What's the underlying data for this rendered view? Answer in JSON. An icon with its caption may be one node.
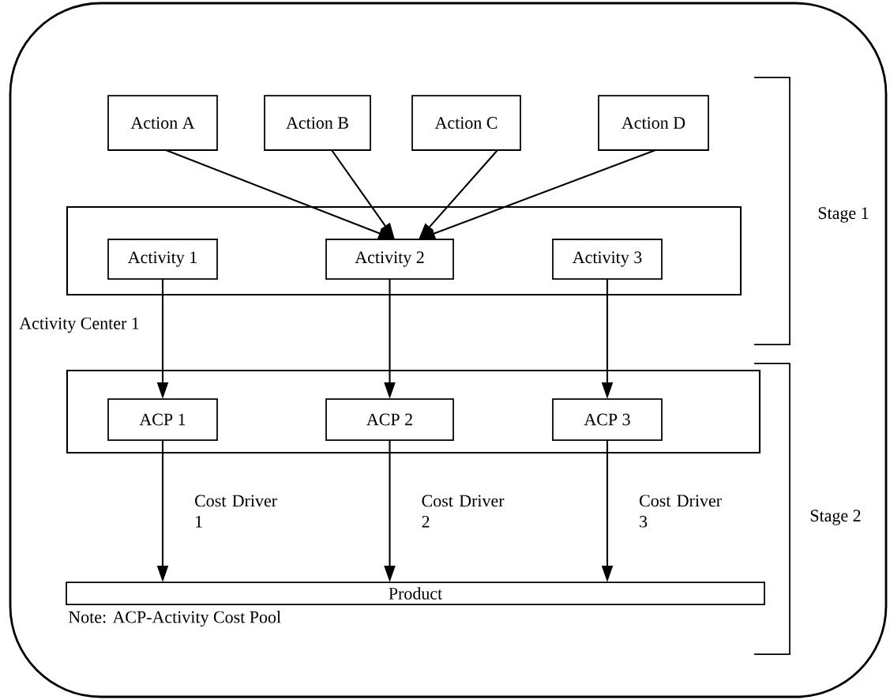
{
  "diagram": {
    "nodes": [
      {
        "text": [
          "Action A"
        ]
      },
      {
        "text": [
          "Action B"
        ]
      },
      {
        "text": [
          "Action C"
        ]
      },
      {
        "text": [
          "Action D"
        ]
      },
      {
        "text": [
          "Activity Center 1"
        ]
      },
      {
        "text": [
          "Activity 1"
        ],
        "in": 4
      },
      {
        "text": [
          "Activity 2"
        ],
        "in": 4
      },
      {
        "text": [
          "Activity 3"
        ],
        "in": 4
      },
      {
        "text": [],
        "shape": "box"
      },
      {
        "text": [
          "ACP 1"
        ],
        "in": 8
      },
      {
        "text": [
          "ACP 2"
        ],
        "in": 8
      },
      {
        "text": [
          "ACP 3"
        ],
        "in": 8
      },
      {
        "text": [
          "Product"
        ]
      }
    ],
    "edges": [
      {
        "from": 0,
        "to": 6,
        "arrow": "to"
      },
      {
        "from": 1,
        "to": 6,
        "arrow": "to"
      },
      {
        "from": 2,
        "to": 6,
        "arrow": "to"
      },
      {
        "from": 3,
        "to": 6,
        "arrow": "to"
      },
      {
        "from": 5,
        "to": 9,
        "arrow": "to"
      },
      {
        "from": 6,
        "to": 10,
        "arrow": "to"
      },
      {
        "from": 7,
        "to": 11,
        "arrow": "to"
      },
      {
        "from": 9,
        "to": 12,
        "arrow": "to",
        "label": "Cost Driver 1"
      },
      {
        "from": 10,
        "to": 12,
        "arrow": "to",
        "label": "Cost Driver 2"
      },
      {
        "from": 11,
        "to": 12,
        "arrow": "to",
        "label": "Cost Driver 3"
      }
    ],
    "labels": [
      "Stage 1",
      "Stage 2",
      "Note: ACP-Activity Cost Pool"
    ]
  }
}
